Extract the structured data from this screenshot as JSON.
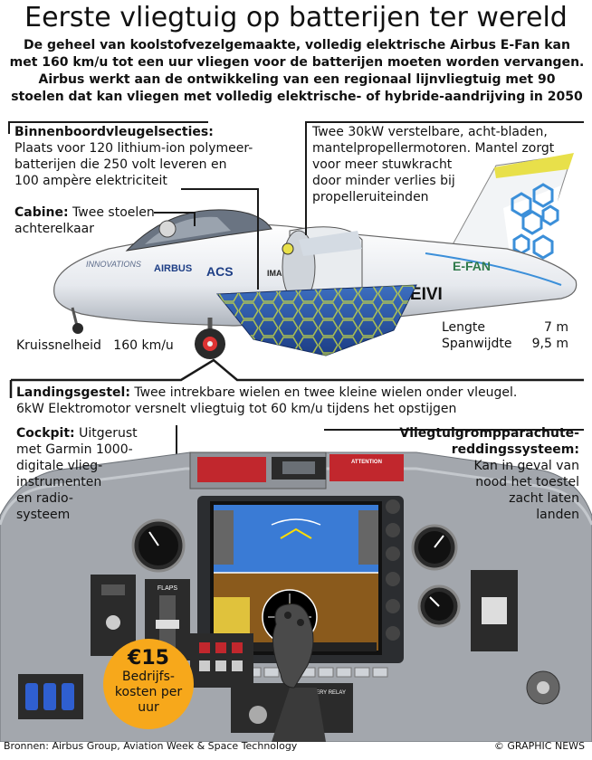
{
  "headline": "Eerste vliegtuig op batterijen ter wereld",
  "intro": [
    "De geheel van koolstofvezelgemaakte, volledig elektrische Airbus E-Fan kan",
    "met 160 km/u tot een uur vliegen voor de batterijen moeten worden vervangen.",
    "Airbus werkt aan de ontwikkeling van een regionaal lijnvliegtuig met 90",
    "stoelen dat kan vliegen met volledig elektrische- of hybride-aandrijving in 2050"
  ],
  "callouts": {
    "battery": {
      "title": "Binnenboordvleugelsecties:",
      "lines": [
        "Plaats voor 120 lithium-ion polymeer-",
        "batterijen die 250 volt leveren en",
        "100 ampère elektriciteit"
      ]
    },
    "cabin": {
      "title": "Cabine:",
      "lines": [
        " Twee stoelen",
        "achterelkaar"
      ]
    },
    "motors": {
      "lines": [
        "Twee 30kW verstelbare, acht-bladen,",
        "mantelpropellermotoren. Mantel zorgt",
        "voor meer stuwkracht",
        "door minder verlies bij",
        "propelleruiteinden"
      ]
    },
    "speed": {
      "label": "Kruissnelheid",
      "value": "160 km/u"
    },
    "length": {
      "label": "Lengte",
      "value": "7 m"
    },
    "span": {
      "label": "Spanwijdte",
      "value": "9,5 m"
    },
    "gear": {
      "title": "Landingsgestel:",
      "lines": [
        " Twee intrekbare wielen en twee kleine wielen onder vleugel.",
        "6kW Elektromotor versnelt vliegtuig tot 60 km/u tijdens het opstijgen"
      ]
    },
    "cockpit": {
      "title": "Cockpit:",
      "lines": [
        " Uitgerust",
        "met Garmin 1000-",
        "digitale vlieg-",
        "instrumenten",
        "en radio-",
        "systeem"
      ]
    },
    "parachute": {
      "title_lines": [
        "Vliegtuigrompparachute-",
        "reddingssysteem:"
      ],
      "lines": [
        "Kan in geval van",
        "nood het toestel",
        "zacht laten",
        "landen"
      ]
    }
  },
  "aircraft": {
    "registration": "F-EIVI",
    "logos": [
      "INNOVATIONS",
      "AIRBUS",
      "ACS",
      "IMA",
      "E-FAN"
    ]
  },
  "panel": {
    "attention_title": "ATTENTION",
    "flaps_label": "FLAPS",
    "battery_label": "BATTERY RELAY"
  },
  "cost": {
    "amount": "€15",
    "lines": [
      "Bedrijfs-",
      "kosten per",
      "uur"
    ]
  },
  "footer": {
    "sources": "Bronnen: Airbus Group, Aviation Week & Space Technology",
    "credit": "© GRAPHIC NEWS"
  },
  "colors": {
    "sky": "#3a7bd5",
    "ground": "#8a5a1c",
    "cost_badge": "#f7a81b",
    "tail_yellow": "#e8e04a",
    "hex_blue": "#3b8fd9",
    "panel_grey": "#a3a7ad"
  }
}
